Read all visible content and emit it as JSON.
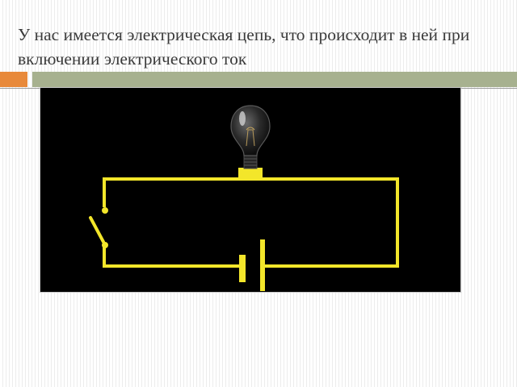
{
  "slide": {
    "title": "У нас имеется электрическая цепь, что происходит в ней при включении электрического ток"
  },
  "colors": {
    "accent_orange": "#e8893a",
    "accent_green": "#a7b18f",
    "wire": "#f3e62a",
    "background": "#000000"
  },
  "diagram": {
    "components": [
      "light-bulb",
      "open-switch",
      "battery",
      "wires"
    ]
  }
}
